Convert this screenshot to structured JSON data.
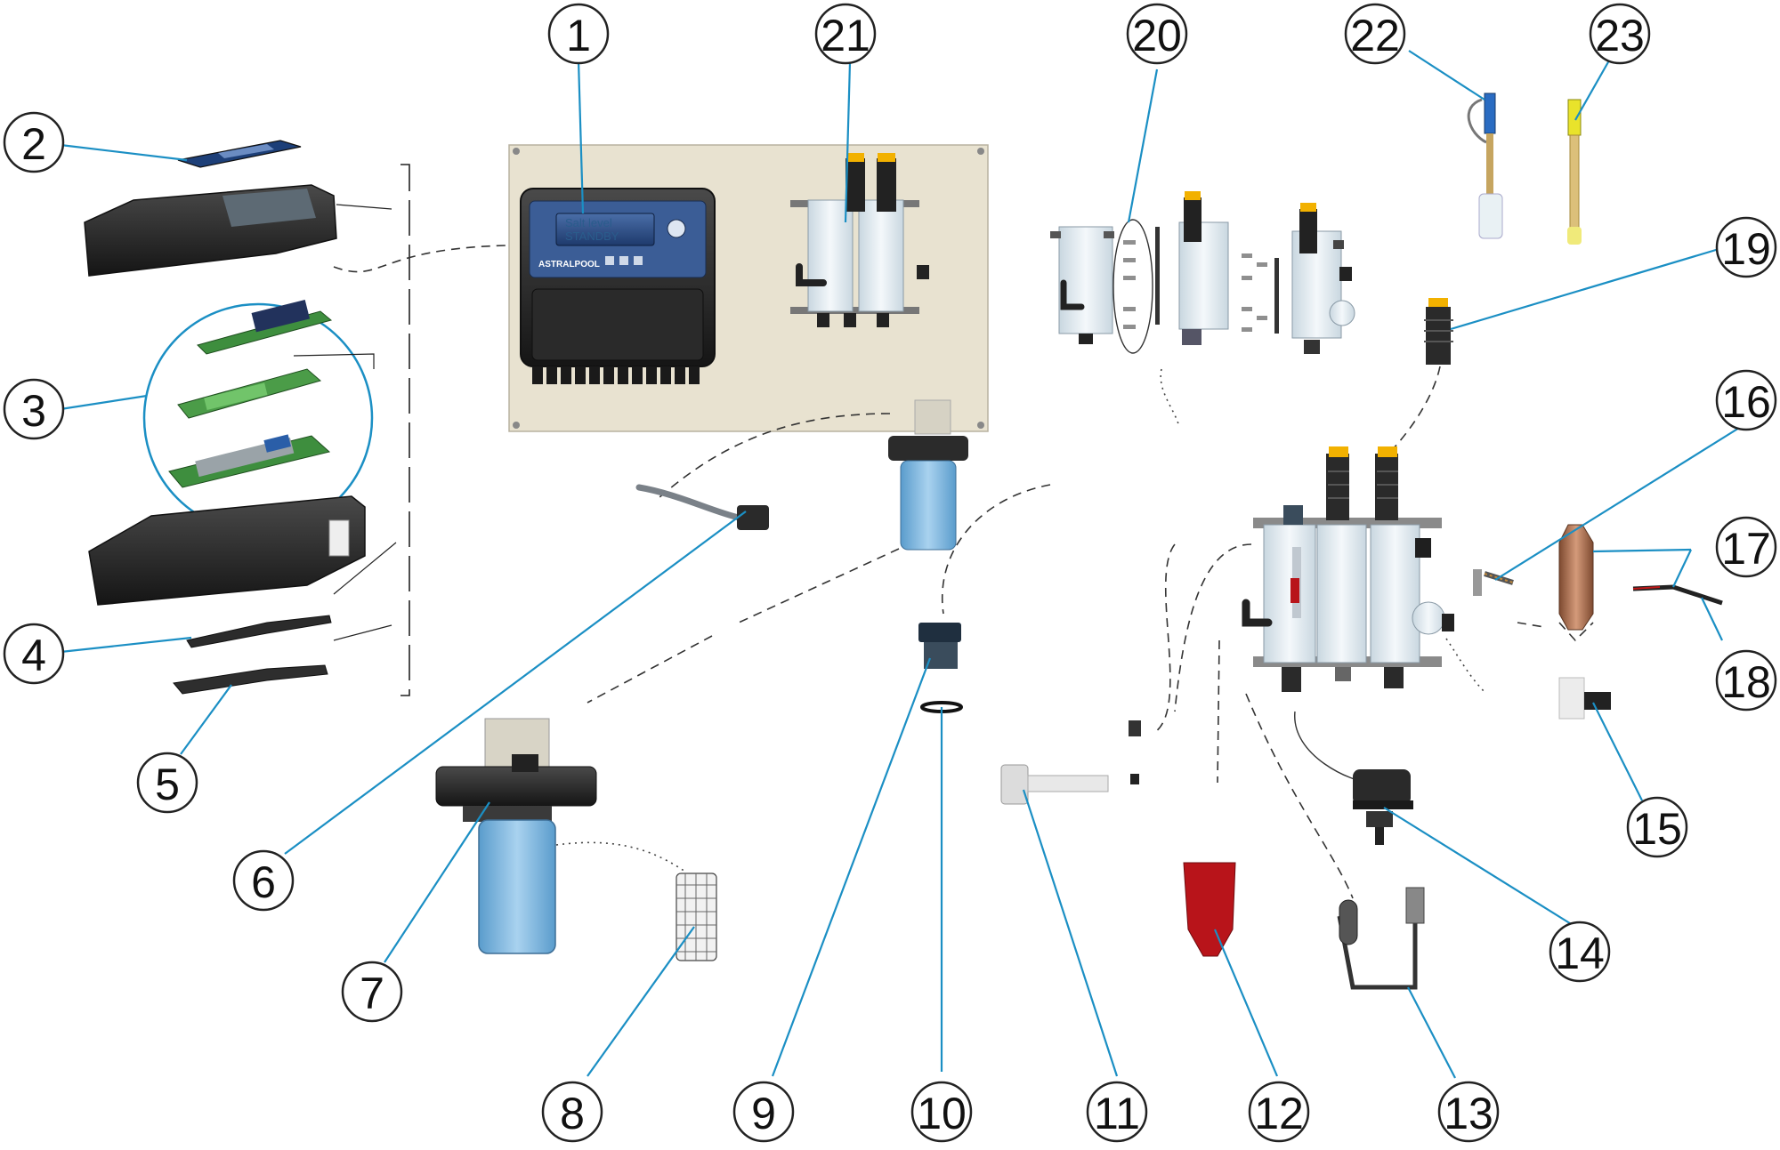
{
  "figure": {
    "callouts": [
      {
        "id": "callout-1",
        "label": "1"
      },
      {
        "id": "callout-2",
        "label": "2"
      },
      {
        "id": "callout-3",
        "label": "3"
      },
      {
        "id": "callout-4",
        "label": "4"
      },
      {
        "id": "callout-5",
        "label": "5"
      },
      {
        "id": "callout-6",
        "label": "6"
      },
      {
        "id": "callout-7",
        "label": "7"
      },
      {
        "id": "callout-8",
        "label": "8"
      },
      {
        "id": "callout-9",
        "label": "9"
      },
      {
        "id": "callout-10",
        "label": "10"
      },
      {
        "id": "callout-11",
        "label": "11"
      },
      {
        "id": "callout-12",
        "label": "12"
      },
      {
        "id": "callout-13",
        "label": "13"
      },
      {
        "id": "callout-14",
        "label": "14"
      },
      {
        "id": "callout-15",
        "label": "15"
      },
      {
        "id": "callout-16",
        "label": "16"
      },
      {
        "id": "callout-17",
        "label": "17"
      },
      {
        "id": "callout-18",
        "label": "18"
      },
      {
        "id": "callout-19",
        "label": "19"
      },
      {
        "id": "callout-20",
        "label": "20"
      },
      {
        "id": "callout-21",
        "label": "21"
      },
      {
        "id": "callout-22",
        "label": "22"
      },
      {
        "id": "callout-23",
        "label": "23"
      }
    ],
    "controller": {
      "display_line1": "Salt level",
      "display_line2": "STANDBY",
      "brand": "ASTRALPOOL"
    },
    "colors": {
      "leader": "#1b8fc4",
      "panel": "#e8e2d0",
      "housing": "#2a2a2a",
      "filter_bowl": "#7fb6dd",
      "pcb": "#3e8e3e",
      "red_part": "#b8141a",
      "copper_part": "#b5704f",
      "cap": "#f2b100"
    }
  }
}
